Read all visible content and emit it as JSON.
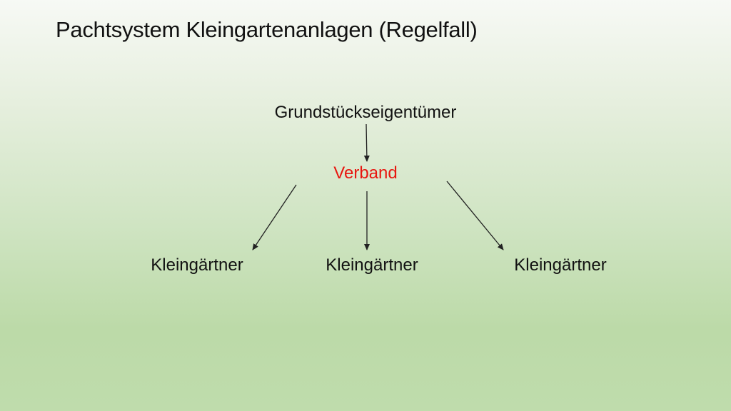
{
  "slide": {
    "title": "Pachtsystem Kleingartenanlagen (Regelfall)"
  },
  "diagram": {
    "owner": "Grundstückseigentümer",
    "association": "Verband",
    "gardeners": [
      "Kleingärtner",
      "Kleingärtner",
      "Kleingärtner"
    ]
  },
  "colors": {
    "association_text": "#e8160f",
    "text": "#111111",
    "arrow": "#222222"
  }
}
